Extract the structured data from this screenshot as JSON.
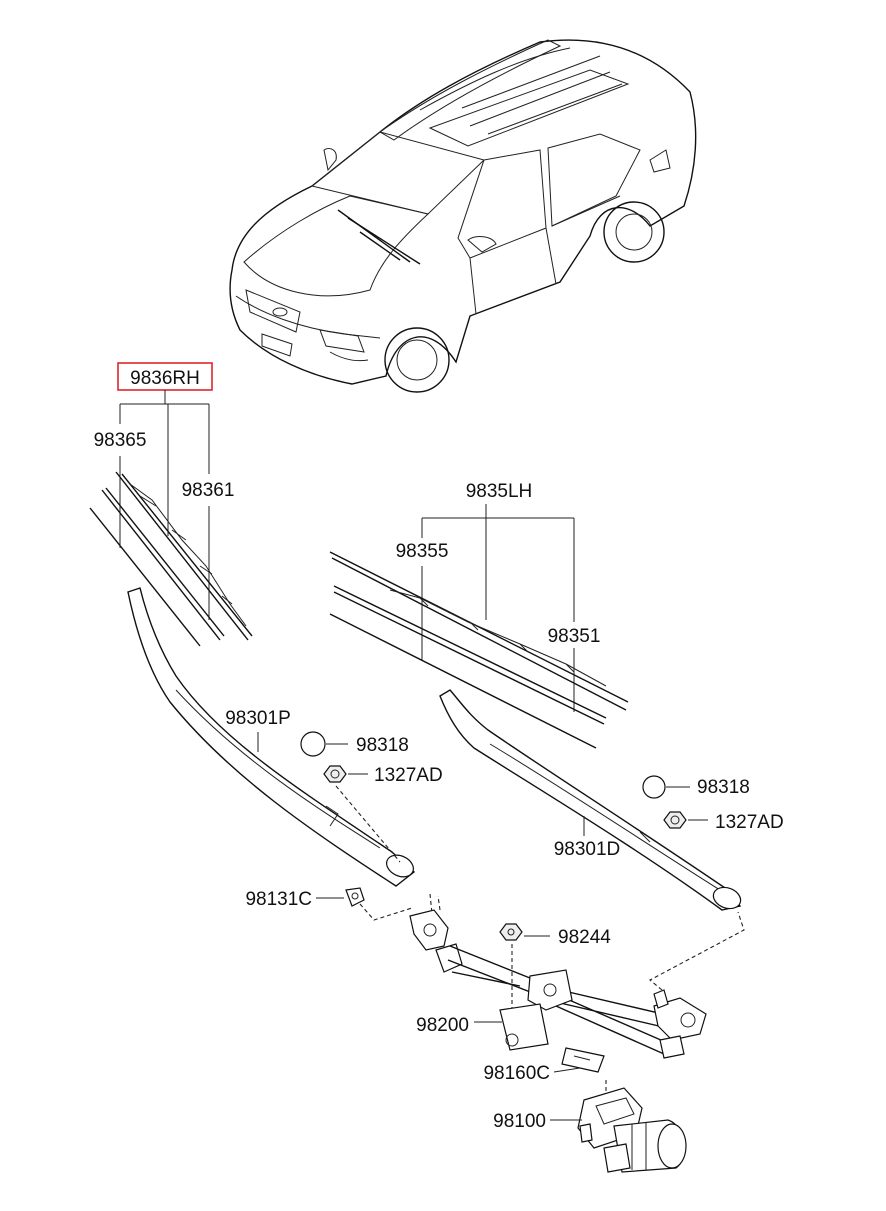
{
  "labels": {
    "rh_assembly": "9836RH",
    "rh_refill": "98365",
    "rh_blade": "98361",
    "lh_assembly": "9835LH",
    "lh_refill": "98355",
    "lh_blade": "98351",
    "arm_passenger": "98301P",
    "arm_driver": "98301D",
    "cap_1": "98318",
    "cap_2": "98318",
    "nut_1": "1327AD",
    "nut_2": "1327AD",
    "pivot_cap": "98131C",
    "linkage_nut": "98244",
    "linkage": "98200",
    "bracket_cover": "98160C",
    "motor": "98100"
  },
  "highlight_color": "#e0262b"
}
